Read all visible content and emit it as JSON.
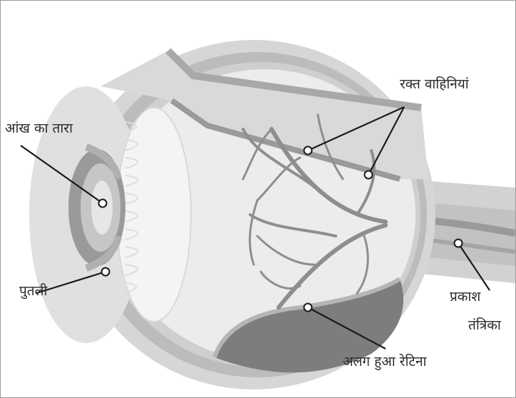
{
  "labels": {
    "iris": "आंख का तारा",
    "pupil": "पुतली",
    "blood_vessels": "रक्त वाहिनियां",
    "optic_nerve_line1": "प्रकाश",
    "optic_nerve_line2": "तंत्रिका",
    "detached_retina": "अलग हुआ रेटिना"
  },
  "colors": {
    "sclera_outer": "#d4d4d4",
    "choroid": "#bdbdbd",
    "vitreous": "#ececec",
    "lens": "#f3f3f3",
    "vessels": "#8c8c8c",
    "retina_detached": "#7a7a7a",
    "leader_line": "#1a1a1a",
    "label_text": "#2a2a2a"
  }
}
